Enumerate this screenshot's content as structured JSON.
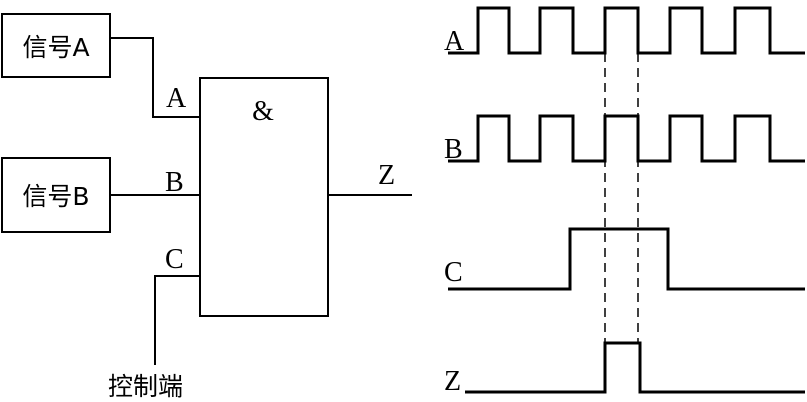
{
  "circuit": {
    "gate_symbol": "&",
    "box_signal_a": "信号A",
    "box_signal_b": "信号B",
    "input_a_label": "A",
    "input_b_label": "B",
    "input_c_label": "C",
    "output_label": "Z",
    "control_label": "控制端"
  },
  "timing": {
    "label_a": "A",
    "label_b": "B",
    "label_c": "C",
    "label_z": "Z"
  }
}
